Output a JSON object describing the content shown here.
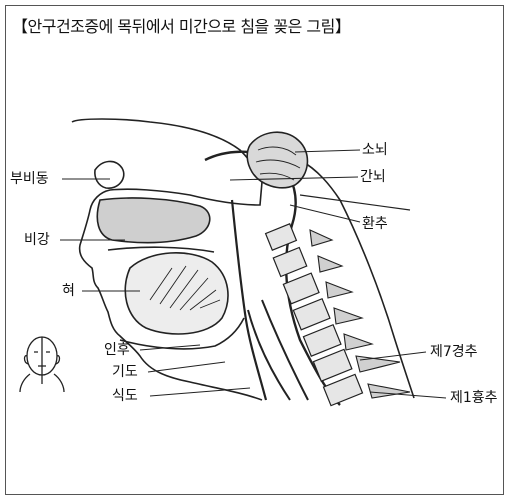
{
  "caption": "【안구건조증에 목뒤에서 미간으로 침을 꽂은 그림】",
  "labels": {
    "sinus": "부비동",
    "nasal_cavity": "비강",
    "tongue": "혀",
    "pharynx": "인후",
    "trachea": "기도",
    "esophagus": "식도",
    "cerebellum": "소뇌",
    "brainstem": "간뇌",
    "atlas": "환추",
    "c7": "제7경추",
    "t1": "제1흉추"
  }
}
